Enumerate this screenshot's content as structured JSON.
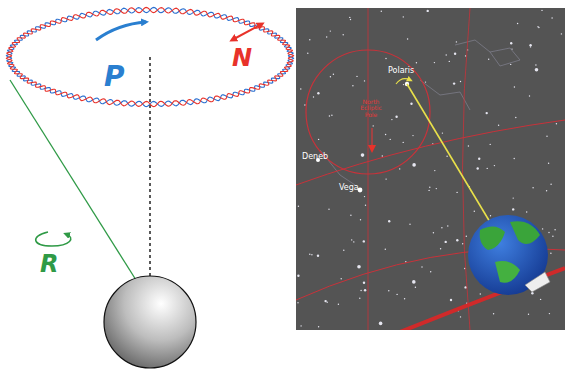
{
  "diagram": {
    "labels": [
      "P",
      "N",
      "R",
      "Polaris",
      "North Ecliptic Pole",
      "Deneb",
      "Vega"
    ]
  }
}
